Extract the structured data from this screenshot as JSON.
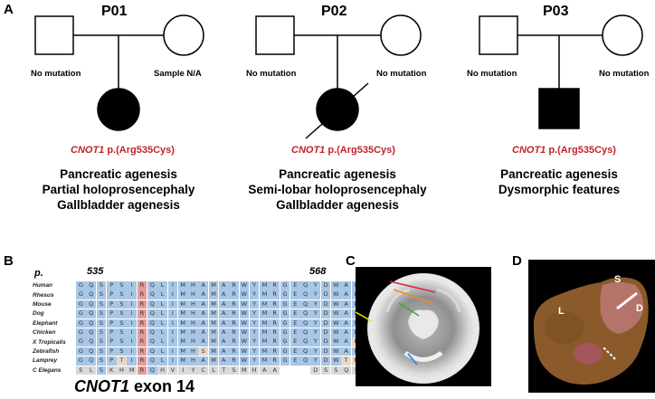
{
  "panels": {
    "a": "A",
    "b": "B",
    "c": "C",
    "d": "D"
  },
  "pedigrees": [
    {
      "id": "P01",
      "father_status": "No mutation",
      "mother_status": "Sample N/A",
      "mutation_gene": "CNOT1",
      "mutation_change": " p.(Arg535Cys)",
      "phenotypes": [
        "Pancreatic agenesis",
        "Partial holoprosencephaly",
        "Gallbladder agenesis"
      ]
    },
    {
      "id": "P02",
      "father_status": "No mutation",
      "mother_status": "No mutation",
      "mutation_gene": "CNOT1",
      "mutation_change": " p.(Arg535Cys)",
      "phenotypes": [
        "Pancreatic agenesis",
        "Semi-lobar holoprosencephaly",
        "Gallbladder agenesis"
      ]
    },
    {
      "id": "P03",
      "father_status": "No mutation",
      "mother_status": "No mutation",
      "mutation_gene": "CNOT1",
      "mutation_change": " p.(Arg535Cys)",
      "phenotypes": [
        "Pancreatic agenesis",
        "Dysmorphic features"
      ]
    }
  ],
  "alignment": {
    "prefix": "p.",
    "start_pos": "535",
    "end_pos": "568",
    "title_gene": "CNOT1",
    "title_rest": " exon 14",
    "rows": [
      {
        "species": "Human",
        "seq": "GQSPSIRQLIMHAMARWYMRGEQYDWAKLSRIL"
      },
      {
        "species": "Rhesus",
        "seq": "GQSPSIRQLIMHAMARWYMRGEQYDWAKLSRIL"
      },
      {
        "species": "Mouse",
        "seq": "GQSPSIRQLIMHAMARWYMRGEQYDWAKLSRIL"
      },
      {
        "species": "Dog",
        "seq": "GQSPSIRQLIMHAMARWYMRGEQYDWAKLSRIL"
      },
      {
        "species": "Elephant",
        "seq": "GQSPSIRQLIMHAMARWYMRGEQYDWAKLSRIL"
      },
      {
        "species": "Chicken",
        "seq": "GQSPSIRQLIMHAMARWYMRGEQYDWAKLSRIL"
      },
      {
        "species": "X Tropicalis",
        "seq": "GQSPSIRQLIMHAMARWYMRGEQYDWARLSRIL"
      },
      {
        "species": "Zebrafish",
        "seq": "GQSPSIRQLIMHSMARWYMRGEQYDWAKLSRIL"
      },
      {
        "species": "Lamprey",
        "seq": "GQSPTIRQLIMHAMARWYMRGEQYDWTRLSRIL"
      },
      {
        "species": "C Elegans",
        "seq": "SLSKHMRQHVIYCLTSMHAA   DSSQLAKIL"
      }
    ]
  },
  "mri_labels": [],
  "liver_labels": {
    "left": "L",
    "spleen": "S",
    "duodenum": "D"
  }
}
